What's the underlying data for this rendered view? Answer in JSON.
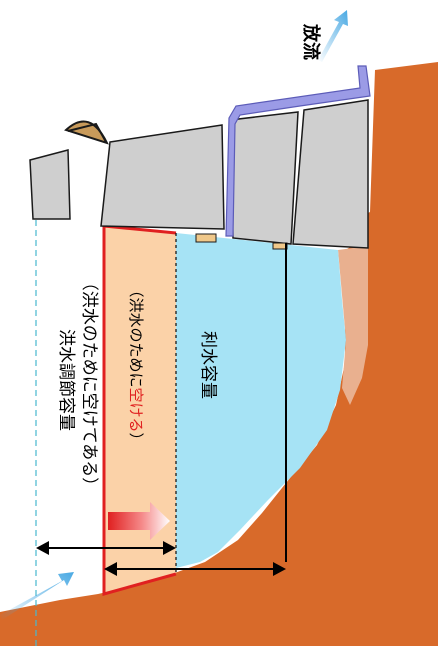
{
  "labels": {
    "discharge": "放流",
    "flood_control_capacity": "洪水調節容量",
    "flood_note_open": "（洪水のために空けてある）",
    "flood_inner_prefix": "（洪水のために",
    "flood_inner_highlight": "空ける",
    "flood_inner_suffix": "）",
    "water_use_capacity": "利水容量"
  },
  "colors": {
    "ground": "#d86a2a",
    "ground_light": "#e9b08f",
    "dam_body": "#cfcfcf",
    "dam_outline": "#1a1a1a",
    "spillway": "#9b9be6",
    "water": "#a6e3f5",
    "flood_zone": "#fbd2a8",
    "flood_zone_border": "#e02020",
    "highlight_text": "#e02020",
    "flow_arrow": "#49a9e3",
    "gate": "#c89a5a"
  }
}
